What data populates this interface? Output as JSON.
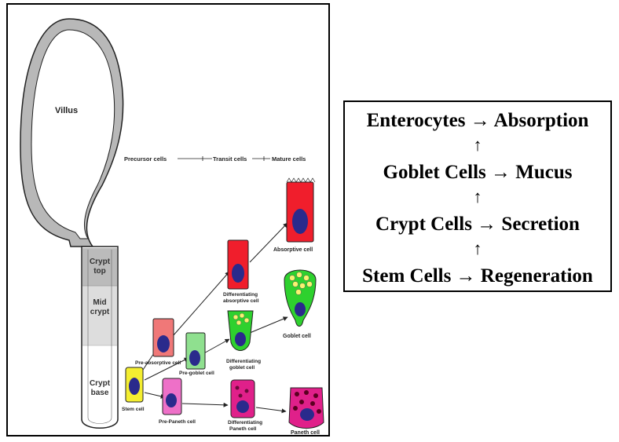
{
  "diagram": {
    "villus_label": "Villus",
    "zones": {
      "crypt_top": [
        "Crypt",
        "top"
      ],
      "mid_crypt": [
        "Mid",
        "crypt"
      ],
      "crypt_base": [
        "Crypt",
        "base"
      ]
    },
    "stages": {
      "precursor": "Precursor cells",
      "transit": "Transit cells",
      "mature": "Mature cells"
    },
    "cells": {
      "stem": "Stem cell",
      "pre_absorptive": "Pre-absorptive cell",
      "pre_goblet": "Pre-goblet cell",
      "pre_paneth": "Pre-Paneth cell",
      "diff_absorptive": [
        "Differentiating",
        "absorptive cell"
      ],
      "diff_goblet": [
        "Differentiating",
        "goblet cell"
      ],
      "diff_paneth": [
        "Differentiating",
        "Paneth cell"
      ],
      "absorptive": "Absorptive cell",
      "goblet": "Goblet cell",
      "paneth": "Paneth cell"
    },
    "colors": {
      "villus_fill": "#b8b8b8",
      "absorptive": "#f01e2c",
      "pre_absorptive": "#f07878",
      "goblet": "#2ed12e",
      "pre_goblet": "#8fe08f",
      "paneth": "#e0208a",
      "pre_paneth": "#ee70c8",
      "stem": "#f4ee30",
      "nucleus": "#2a2a8c"
    }
  },
  "flow": {
    "lines": [
      "Enterocytes → Absorption",
      "Goblet Cells → Mucus",
      "Crypt Cells → Secretion",
      "Stem Cells → Regeneration"
    ],
    "arrow": "↑"
  }
}
